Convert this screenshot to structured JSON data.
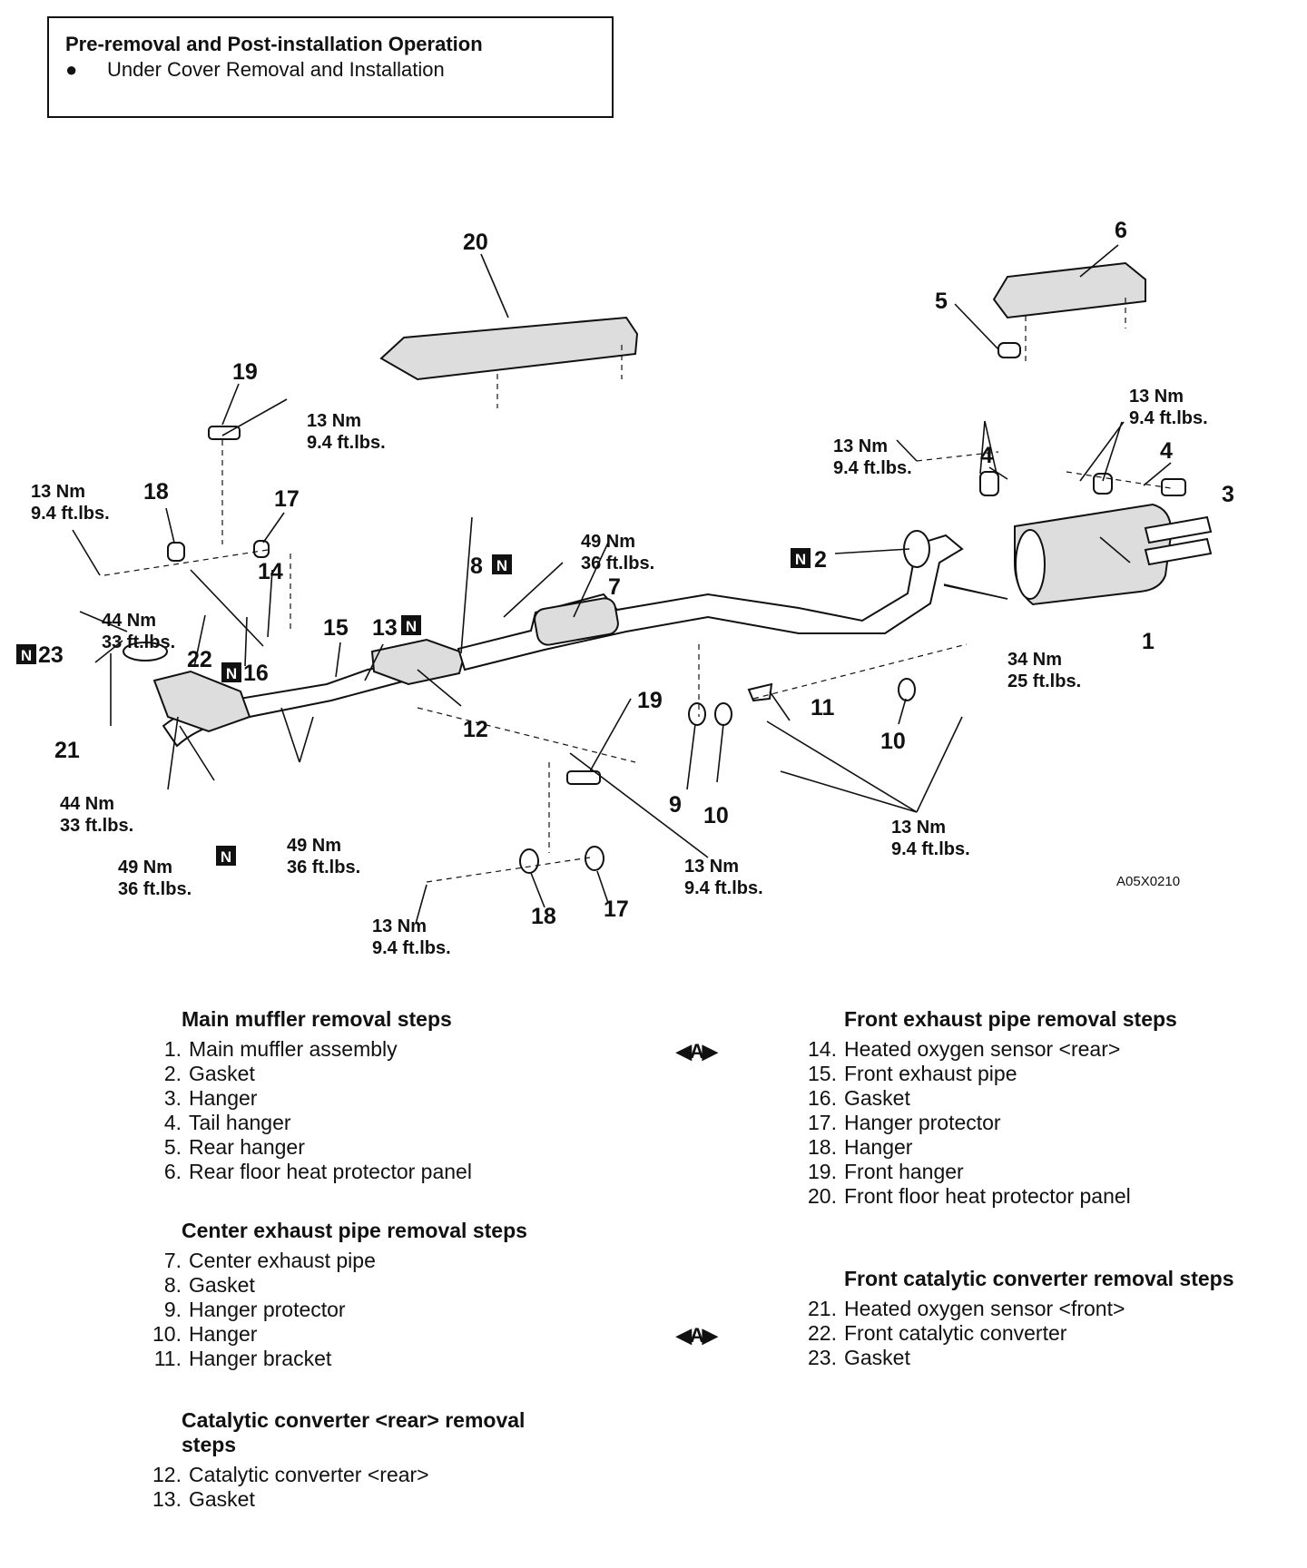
{
  "pre_op": {
    "title": "Pre-removal and Post-installation Operation",
    "bullet": "●",
    "item": "Under Cover Removal and Installation"
  },
  "diagram": {
    "code": "A05X0210",
    "new_part_badge": "N",
    "torque": {
      "t13": [
        "13 Nm",
        "9.4 ft.lbs."
      ],
      "t44": [
        "44 Nm",
        "33 ft.lbs."
      ],
      "t49": [
        "49 Nm",
        "36 ft.lbs."
      ],
      "t34": [
        "34 Nm",
        "25 ft.lbs."
      ]
    },
    "callouts": [
      "1",
      "2",
      "3",
      "4",
      "5",
      "6",
      "7",
      "8",
      "9",
      "10",
      "11",
      "12",
      "13",
      "14",
      "15",
      "16",
      "17",
      "18",
      "19",
      "20",
      "21",
      "22",
      "23"
    ]
  },
  "main_muffler": {
    "heading": "Main muffler removal steps",
    "steps": [
      {
        "n": "1.",
        "t": "Main muffler assembly"
      },
      {
        "n": "2.",
        "t": "Gasket"
      },
      {
        "n": "3.",
        "t": "Hanger"
      },
      {
        "n": "4.",
        "t": "Tail hanger"
      },
      {
        "n": "5.",
        "t": "Rear hanger"
      },
      {
        "n": "6.",
        "t": "Rear floor heat protector panel"
      }
    ]
  },
  "center_pipe": {
    "heading": "Center exhaust pipe removal steps",
    "steps": [
      {
        "n": "7.",
        "t": "Center exhaust pipe"
      },
      {
        "n": "8.",
        "t": "Gasket"
      },
      {
        "n": "9.",
        "t": "Hanger protector"
      },
      {
        "n": "10.",
        "t": "Hanger"
      },
      {
        "n": "11.",
        "t": "Hanger bracket"
      }
    ]
  },
  "cat_rear": {
    "heading": "Catalytic converter <rear> removal steps",
    "steps": [
      {
        "n": "12.",
        "t": "Catalytic converter <rear>"
      },
      {
        "n": "13.",
        "t": "Gasket"
      }
    ]
  },
  "front_pipe": {
    "heading": "Front exhaust pipe removal steps",
    "steps": [
      {
        "n": "14.",
        "t": "Heated oxygen sensor <rear>"
      },
      {
        "n": "15.",
        "t": "Front exhaust pipe"
      },
      {
        "n": "16.",
        "t": "Gasket"
      },
      {
        "n": "17.",
        "t": "Hanger protector"
      },
      {
        "n": "18.",
        "t": "Hanger"
      },
      {
        "n": "19.",
        "t": "Front hanger"
      },
      {
        "n": "20.",
        "t": "Front floor heat protector panel"
      }
    ]
  },
  "front_cat": {
    "heading": "Front catalytic converter removal steps",
    "steps": [
      {
        "n": "21.",
        "t": "Heated oxygen sensor <front>"
      },
      {
        "n": "22.",
        "t": "Front catalytic converter"
      },
      {
        "n": "23.",
        "t": "Gasket"
      }
    ]
  },
  "service_marker": "◀A▶"
}
